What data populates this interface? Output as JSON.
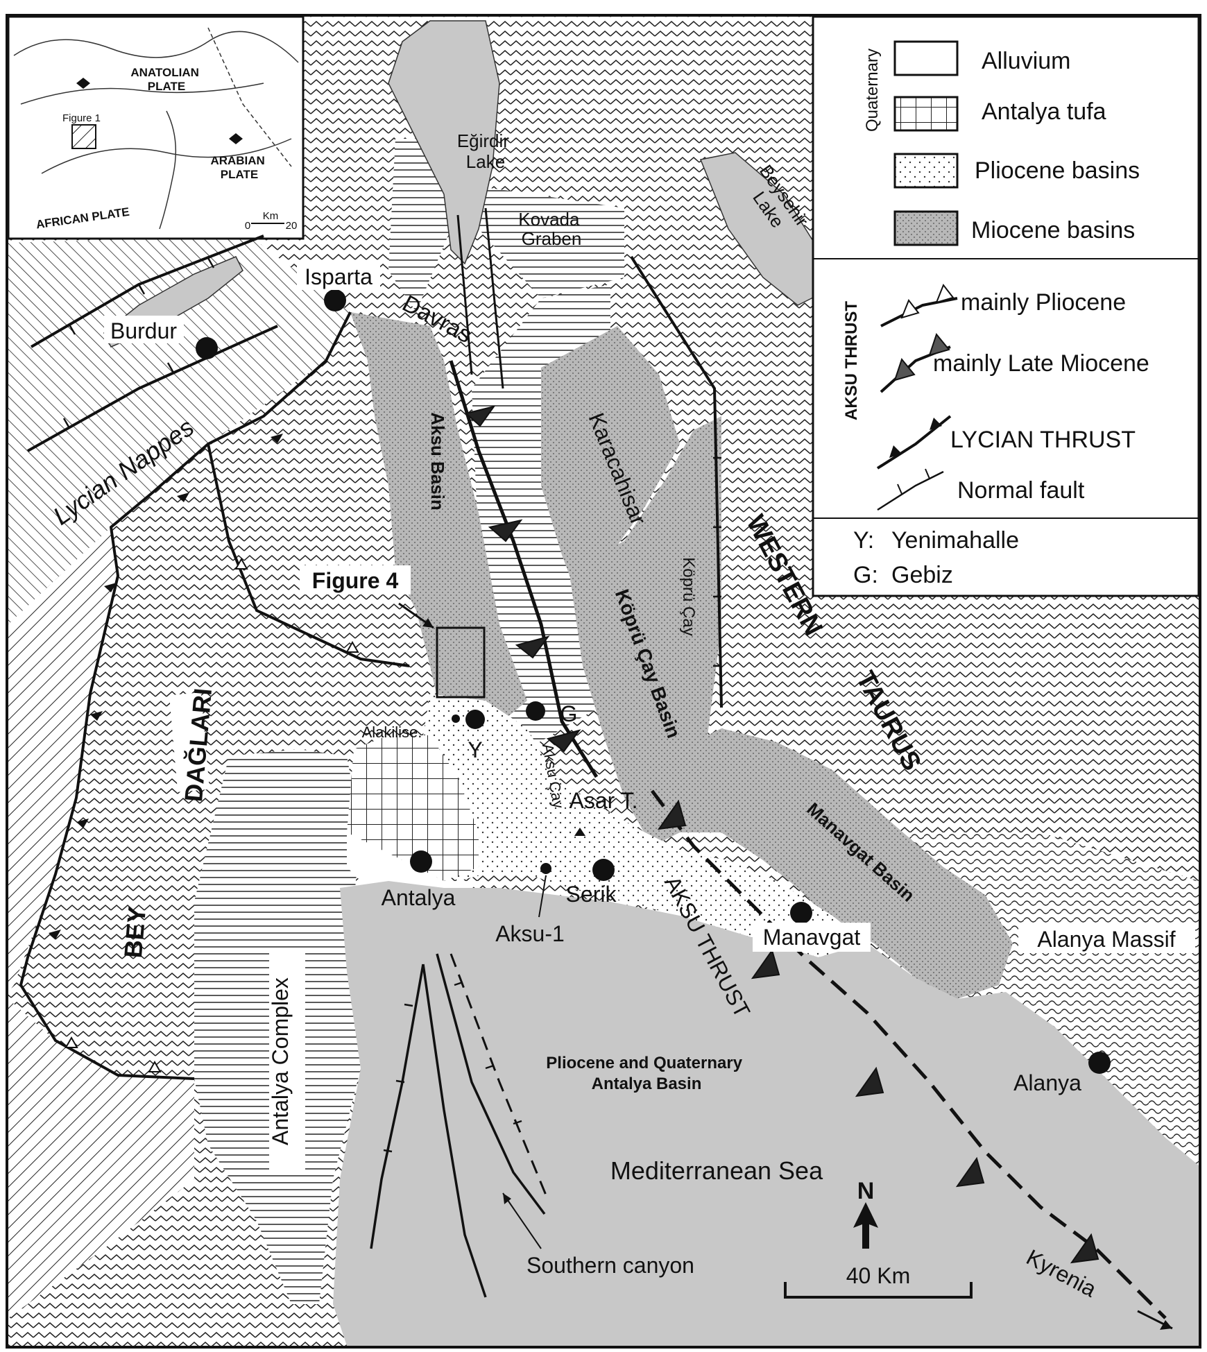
{
  "inset": {
    "anatolian_plate": "ANATOLIAN\nPLATE",
    "arabian_plate": "ARABIAN\nPLATE",
    "african_plate": "AFRICAN PLATE",
    "figure1": "Figure 1",
    "scale_km": "Km",
    "scale_0": "0",
    "scale_20": "20"
  },
  "legend": {
    "quaternary": "Quaternary",
    "alluvium": "Alluvium",
    "antalya_tufa": "Antalya tufa",
    "pliocene_basins": "Pliocene basins",
    "miocene_basins": "Miocene basins",
    "aksu_thrust": "AKSU THRUST",
    "mainly_pliocene": "mainly Pliocene",
    "mainly_late_miocene": "mainly Late Miocene",
    "lycian_thrust": "LYCIAN THRUST",
    "normal_fault": "Normal fault",
    "y_label": "Y:",
    "y_value": "Yenimahalle",
    "g_label": "G:",
    "g_value": "Gebiz"
  },
  "places": {
    "egirdir_lake": "Eğirdir\nLake",
    "beysehir_lake": "Beysehir\nLake",
    "kovada_graben": "Kovada\nGraben",
    "isparta": "Isparta",
    "burdur": "Burdur",
    "davras": "Davras",
    "lycian_nappes": "Lycian Nappes",
    "aksu_basin": "Aksu Basin",
    "karacahisar": "Karacahisar",
    "kopru_cay": "Köprü Çay",
    "kopru_cay_basin": "Köprü Çay Basin",
    "western": "WESTERN",
    "taurus": "TAURUS",
    "figure4": "Figure 4",
    "alakilise": "Alakilise.",
    "y": "Y",
    "g": "G",
    "aksu_cay": "Aksu Çay",
    "asar_t": "Asar T.",
    "bey": "BEY",
    "daglari": "DAĞLARI",
    "antalya": "Antalya",
    "serik": "Serik",
    "aksu1": "Aksu-1",
    "aksu_thrust_map": "AKSU THRUST",
    "manavgat_basin": "Manavgat Basin",
    "manavgat": "Manavgat",
    "alanya_massif": "Alanya Massif",
    "alanya": "Alanya",
    "antalya_complex": "Antalya Complex",
    "antalya_basin": "Pliocene and Quaternary\nAntalya Basin",
    "mediterranean_sea": "Mediterranean Sea",
    "southern_canyon": "Southern canyon",
    "kyrenia": "Kyrenia",
    "north": "N",
    "scale": "40 Km"
  },
  "colors": {
    "sea": "#c8c8c8",
    "miocene": "#b4b4b4",
    "line": "#111111"
  }
}
